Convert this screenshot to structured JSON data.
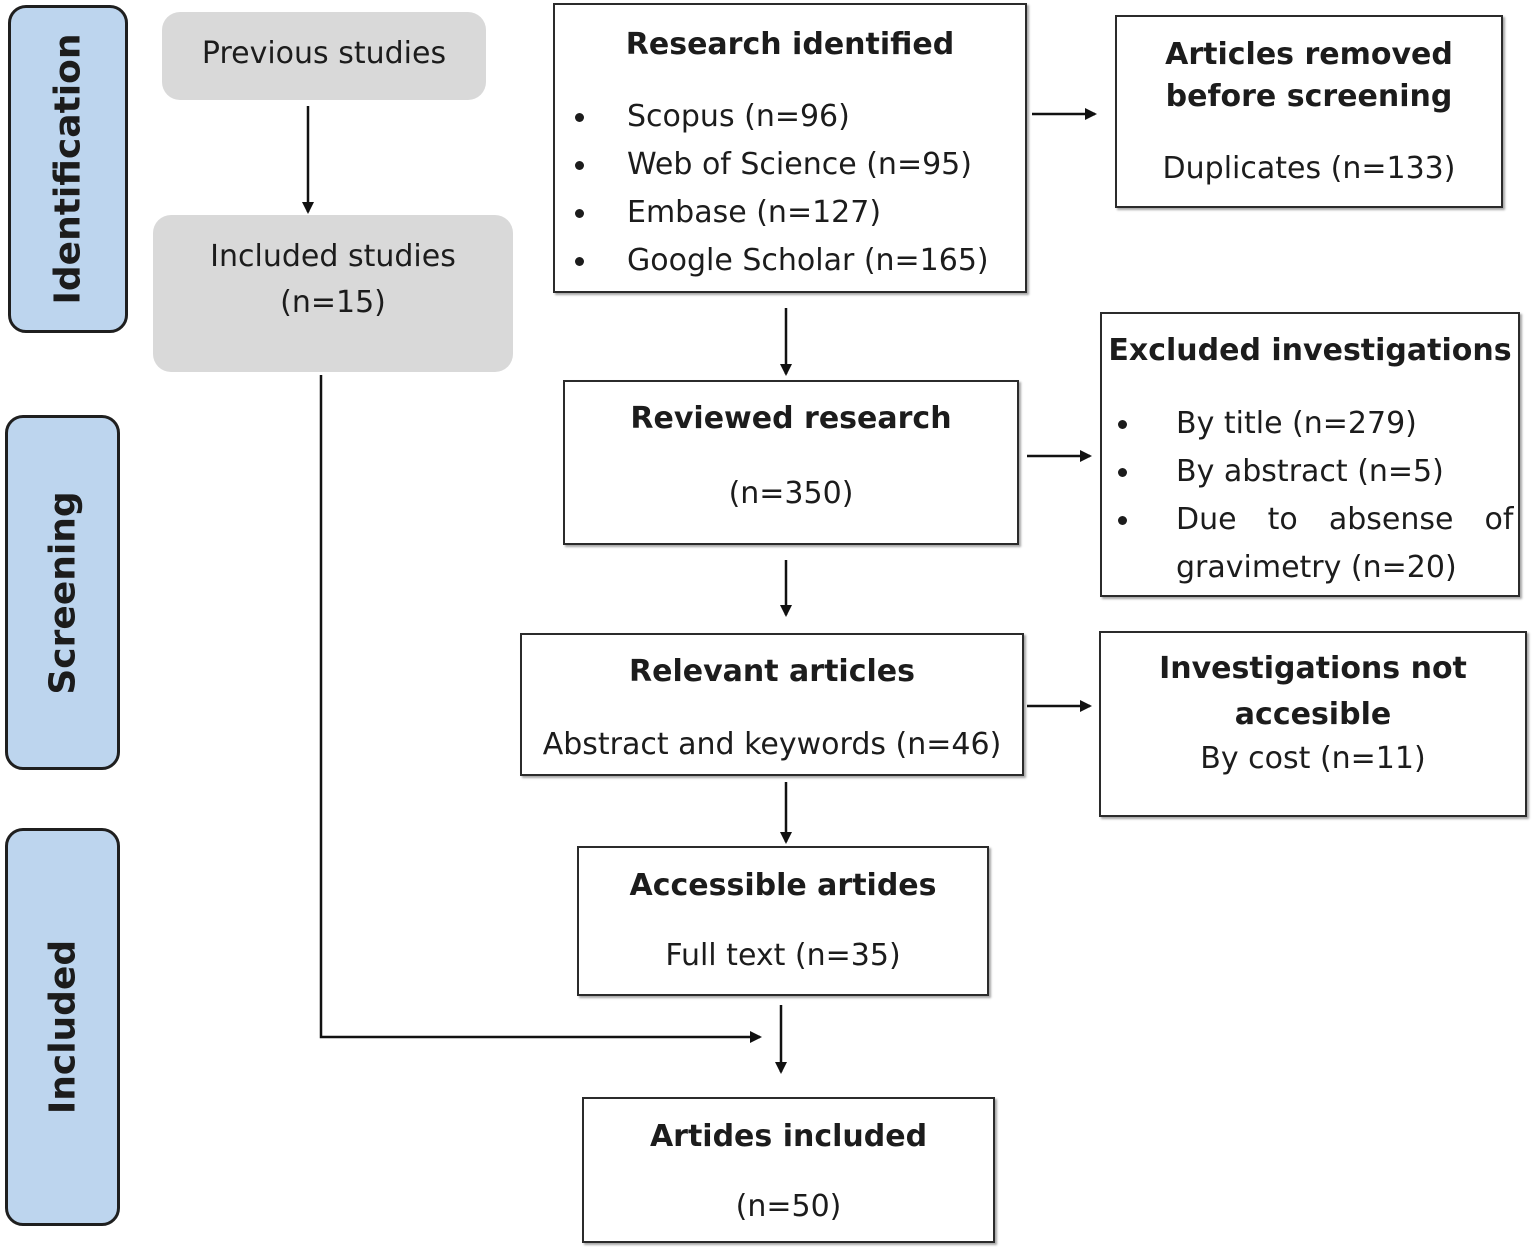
{
  "phases": {
    "identification": "Identification",
    "screening": "Screening",
    "included": "Included"
  },
  "previous_studies": {
    "title": "Previous studies"
  },
  "included_studies": {
    "title": "Included studies",
    "count": "(n=15)"
  },
  "research_identified": {
    "title": "Research identified",
    "items": [
      "Scopus (n=96)",
      "Web of Science (n=95)",
      "Embase (n=127)",
      "Google Scholar (n=165)"
    ]
  },
  "articles_removed": {
    "title_line1": "Articles removed",
    "title_line2": "before screening",
    "detail": "Duplicates (n=133)"
  },
  "reviewed_research": {
    "title": "Reviewed research",
    "count": "(n=350)"
  },
  "excluded_investigations": {
    "title": "Excluded investigations",
    "items": [
      "By title (n=279)",
      "By abstract (n=5)",
      "Due to absense of gravimetry (n=20)"
    ],
    "item3_line1": "Due  to  absense  of",
    "item3_line2": "gravimetry (n=20)"
  },
  "relevant_articles": {
    "title": "Relevant articles",
    "detail": "Abstract and keywords (n=46)"
  },
  "not_accessible": {
    "title_line1": "Investigations not",
    "title_line2": "accesible",
    "detail": "By cost (n=11)"
  },
  "accessible_articles": {
    "title": "Accessible artides",
    "detail": "Full text (n=35)"
  },
  "articles_included": {
    "title": "Artides included",
    "count": "(n=50)"
  }
}
